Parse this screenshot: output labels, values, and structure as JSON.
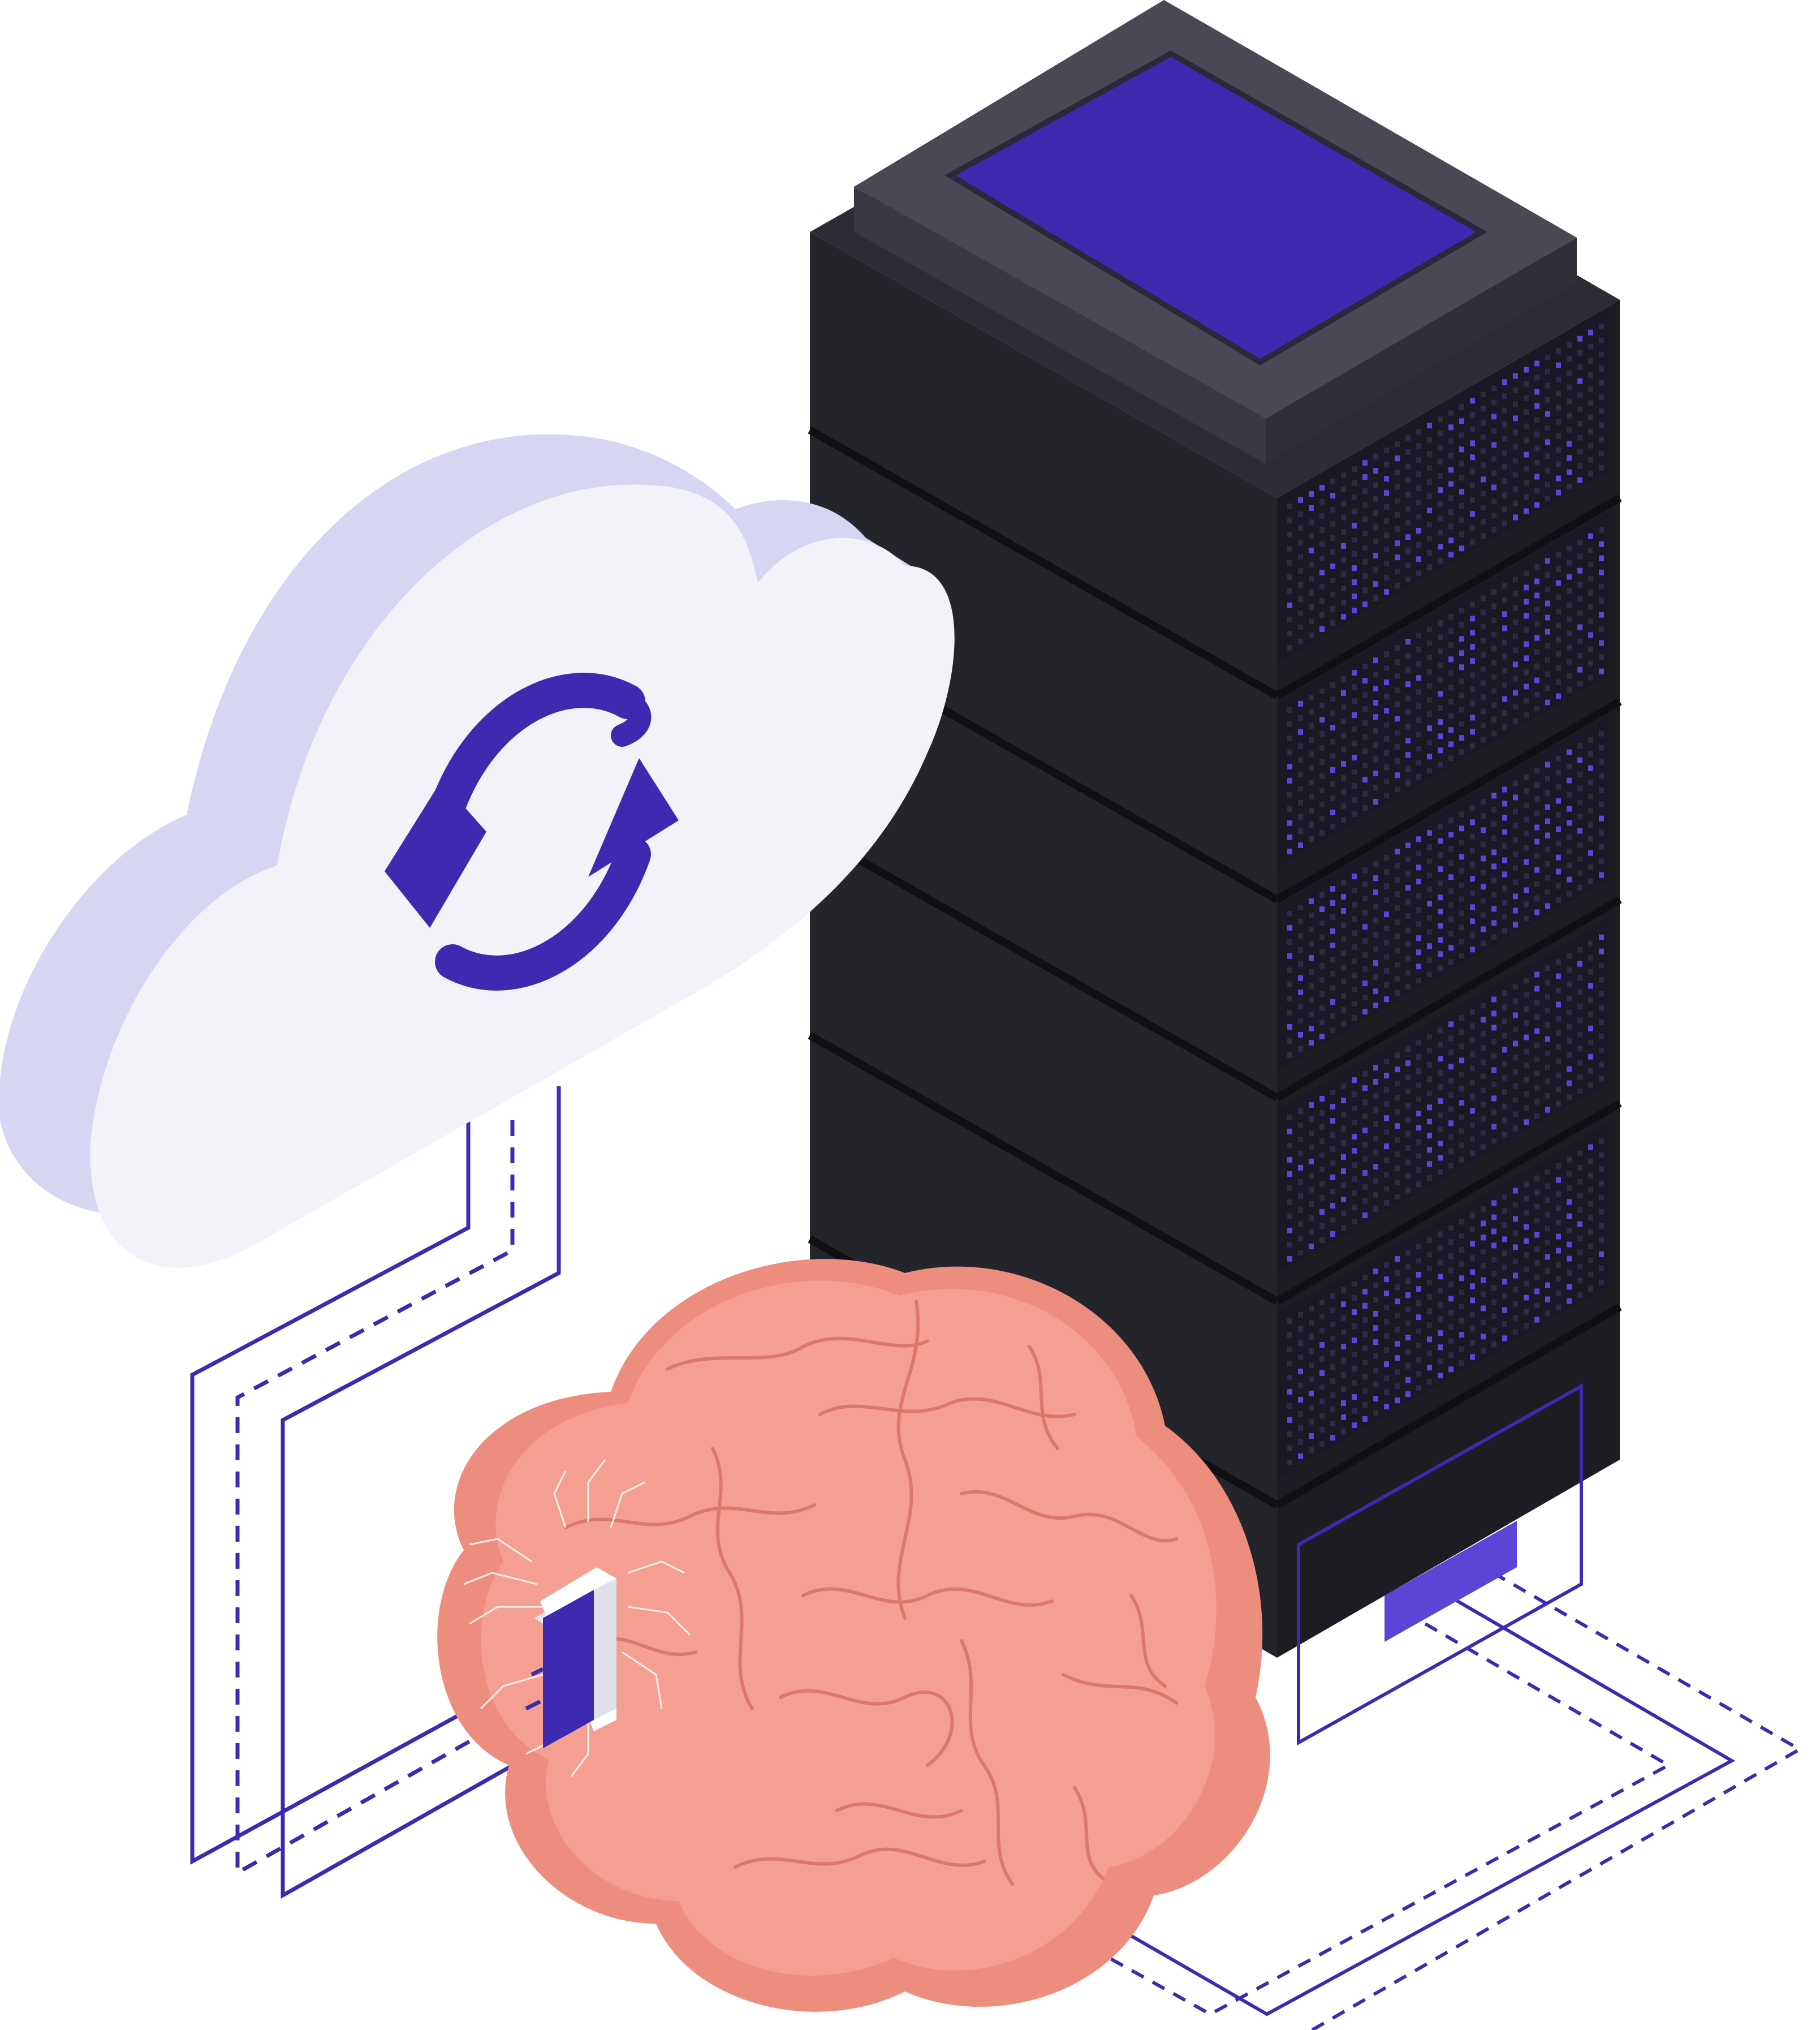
{
  "illustration": {
    "subject": "",
    "elements": {
      "cloud": {
        "icon": "sync-arrows-icon"
      },
      "server": {
        "units": 6,
        "top_panel": "blue",
        "base_panel": "purple"
      },
      "brain": {
        "implant": "chip-icon"
      },
      "connections": [
        "cloud-to-chip",
        "server-to-base"
      ]
    },
    "colors": {
      "accent": "#3d2ab0",
      "accent_light": "#5b45d6",
      "server_body": "#24242b",
      "server_top": "#4a4855",
      "cloud_front": "#f2f2f8",
      "cloud_side": "#d6d6f3",
      "brain": "#f59f91",
      "brain_shadow": "#ec8d7e",
      "brain_line": "#d9786b",
      "line": "#3d2ab0"
    }
  }
}
